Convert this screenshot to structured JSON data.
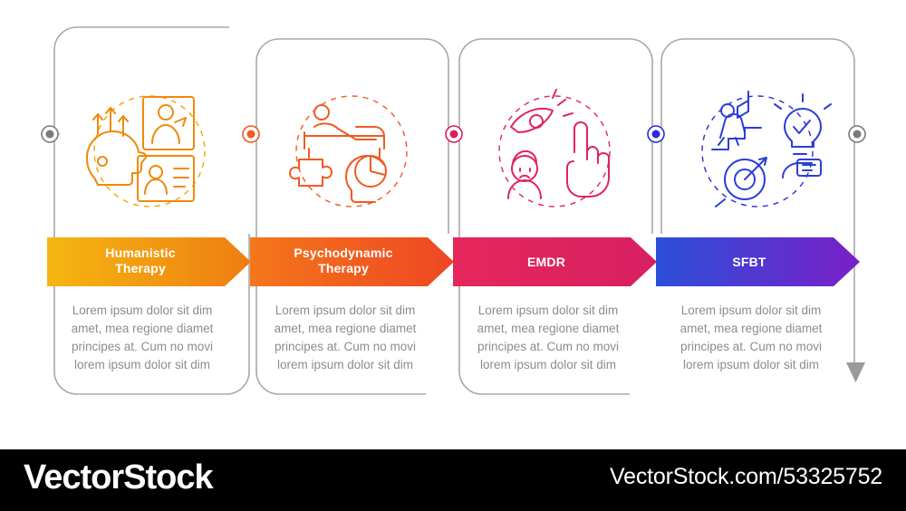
{
  "diagram": {
    "type": "process-infographic",
    "title_visible": false,
    "steps": [
      {
        "label": "Humanistic\nTherapy",
        "label_line1": "Humanistic",
        "label_line2": "Therapy",
        "body": "Lorem ipsum dolor sit dim amet, mea regione diamet principes at. Cum no movi lorem ipsum dolor sit dim",
        "color": "#f0a500",
        "color_start": "#f5b611",
        "color_end": "#ef7d12",
        "dot_color": "#7a7a7a",
        "icon": "humanistic-therapy-icon",
        "icon_desc": "head with arrows, person in frame, counselling figures"
      },
      {
        "label": "Psychodynamic\nTherapy",
        "label_line1": "Psychodynamic",
        "label_line2": "Therapy",
        "body": "Lorem ipsum dolor sit dim amet, mea regione diamet principes at. Cum no movi lorem ipsum dolor sit dim",
        "color": "#f15a22",
        "color_start": "#f4651b",
        "color_end": "#ed4a23",
        "dot_color": "#f15a22",
        "icon": "psychodynamic-therapy-icon",
        "icon_desc": "person on couch, puzzle piece, head with pie chart"
      },
      {
        "label": "EMDR",
        "label_line1": "EMDR",
        "label_line2": "",
        "body": "Lorem ipsum dolor sit dim amet, mea regione diamet principes at. Cum no movi lorem ipsum dolor sit dim",
        "color": "#e0245e",
        "color_start": "#e32b63",
        "color_end": "#d81f5f",
        "dot_color": "#d81f5f",
        "icon": "emdr-icon",
        "icon_desc": "eye with motion lines, worried person, pointing hand"
      },
      {
        "label": "SFBT",
        "label_line1": "SFBT",
        "label_line2": "",
        "body": "Lorem ipsum dolor sit dim amet, mea regione diamet principes at. Cum no movi lorem ipsum dolor sit dim",
        "color": "#3b3bd6",
        "color_start": "#2b4fd8",
        "color_end": "#6b1fd0",
        "dot_color": "#2b2bd6",
        "icon": "sfbt-icon",
        "icon_desc": "person with flag on steps, checkmark lightbulb, target with arrow"
      }
    ],
    "end_dot_color": "#7a7a7a",
    "connector_color": "#9a9a9a",
    "arrow_end_color": "#8a8a8a"
  },
  "footer": {
    "logo": "VectorStock",
    "url": "VectorStock.com/53325752",
    "background": "#000000",
    "text_color": "#ffffff"
  }
}
